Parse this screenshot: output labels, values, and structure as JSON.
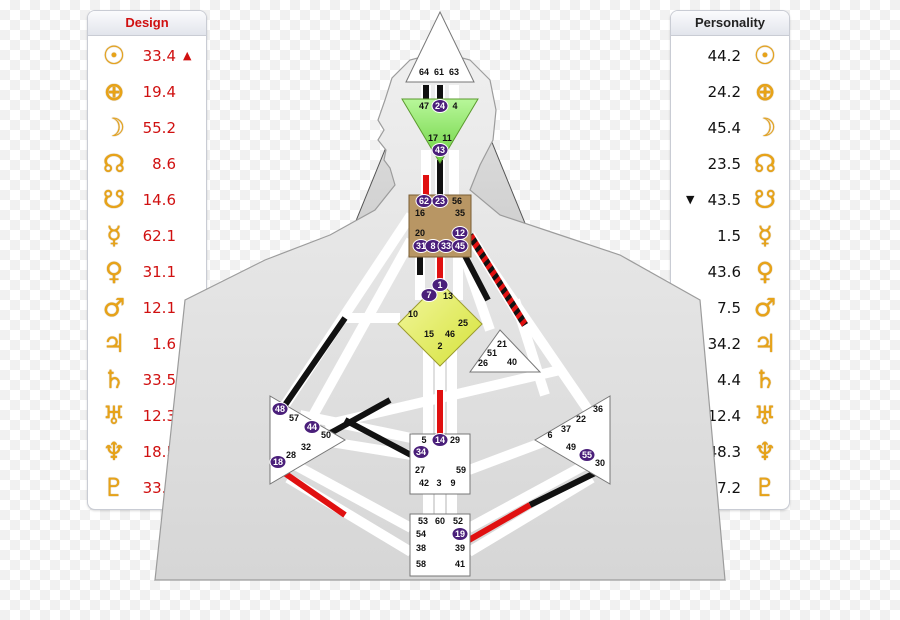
{
  "design": {
    "title": "Design",
    "rows": [
      {
        "glyph": "☉",
        "icon": "sun-icon",
        "value": "33.4",
        "arrow": "▲"
      },
      {
        "glyph": "⊕",
        "icon": "earth-icon",
        "value": "19.4",
        "arrow": ""
      },
      {
        "glyph": "☽",
        "icon": "moon-icon",
        "value": "55.2",
        "arrow": ""
      },
      {
        "glyph": "☊",
        "icon": "north-node-icon",
        "value": "8.6",
        "arrow": ""
      },
      {
        "glyph": "☋",
        "icon": "south-node-icon",
        "value": "14.6",
        "arrow": ""
      },
      {
        "glyph": "☿",
        "icon": "mercury-icon",
        "value": "62.1",
        "arrow": ""
      },
      {
        "glyph": "♀",
        "icon": "venus-icon",
        "value": "31.1",
        "arrow": ""
      },
      {
        "glyph": "♂",
        "icon": "mars-icon",
        "value": "12.1",
        "arrow": ""
      },
      {
        "glyph": "♃",
        "icon": "jupiter-icon",
        "value": "1.6",
        "arrow": ""
      },
      {
        "glyph": "♄",
        "icon": "saturn-icon",
        "value": "33.5",
        "arrow": "▲"
      },
      {
        "glyph": "♅",
        "icon": "uranus-icon",
        "value": "12.3",
        "arrow": "▼"
      },
      {
        "glyph": "♆",
        "icon": "neptune-icon",
        "value": "18.5",
        "arrow": ""
      },
      {
        "glyph": "♇",
        "icon": "pluto-icon",
        "value": "33.6",
        "arrow": "▲"
      }
    ]
  },
  "personality": {
    "title": "Personality",
    "rows": [
      {
        "glyph": "☉",
        "icon": "sun-icon",
        "value": "44.2",
        "arrow": ""
      },
      {
        "glyph": "⊕",
        "icon": "earth-icon",
        "value": "24.2",
        "arrow": ""
      },
      {
        "glyph": "☽",
        "icon": "moon-icon",
        "value": "45.4",
        "arrow": ""
      },
      {
        "glyph": "☊",
        "icon": "north-node-icon",
        "value": "23.5",
        "arrow": ""
      },
      {
        "glyph": "☋",
        "icon": "south-node-icon",
        "value": "43.5",
        "arrow": "▼"
      },
      {
        "glyph": "☿",
        "icon": "mercury-icon",
        "value": "1.5",
        "arrow": ""
      },
      {
        "glyph": "♀",
        "icon": "venus-icon",
        "value": "43.6",
        "arrow": ""
      },
      {
        "glyph": "♂",
        "icon": "mars-icon",
        "value": "7.5",
        "arrow": "▲"
      },
      {
        "glyph": "♃",
        "icon": "jupiter-icon",
        "value": "34.2",
        "arrow": ""
      },
      {
        "glyph": "♄",
        "icon": "saturn-icon",
        "value": "4.4",
        "arrow": "▼"
      },
      {
        "glyph": "♅",
        "icon": "uranus-icon",
        "value": "12.4",
        "arrow": ""
      },
      {
        "glyph": "♆",
        "icon": "neptune-icon",
        "value": "48.3",
        "arrow": ""
      },
      {
        "glyph": "♇",
        "icon": "pluto-icon",
        "value": "7.2",
        "arrow": ""
      }
    ]
  },
  "gates": {
    "head": [
      "64",
      "61",
      "63"
    ],
    "ajna": [
      "47",
      "24",
      "4",
      "17",
      "11",
      "43"
    ],
    "throat": [
      "62",
      "23",
      "56",
      "16",
      "35",
      "20",
      "12",
      "31",
      "8",
      "33",
      "45"
    ],
    "g": [
      "1",
      "7",
      "13",
      "10",
      "25",
      "15",
      "46",
      "2"
    ],
    "heart": [
      "21",
      "51",
      "26",
      "40"
    ],
    "spleen": [
      "48",
      "57",
      "44",
      "50",
      "32",
      "28",
      "18"
    ],
    "sacral": [
      "5",
      "14",
      "29",
      "34",
      "27",
      "59",
      "42",
      "3",
      "9"
    ],
    "solar_plexus": [
      "36",
      "22",
      "37",
      "6",
      "49",
      "55",
      "30"
    ],
    "root": [
      "53",
      "60",
      "52",
      "54",
      "19",
      "38",
      "39",
      "58",
      "41"
    ]
  },
  "activated_gates": [
    "24",
    "43",
    "62",
    "23",
    "12",
    "31",
    "8",
    "33",
    "45",
    "1",
    "7",
    "48",
    "44",
    "18",
    "14",
    "34",
    "55",
    "19"
  ]
}
